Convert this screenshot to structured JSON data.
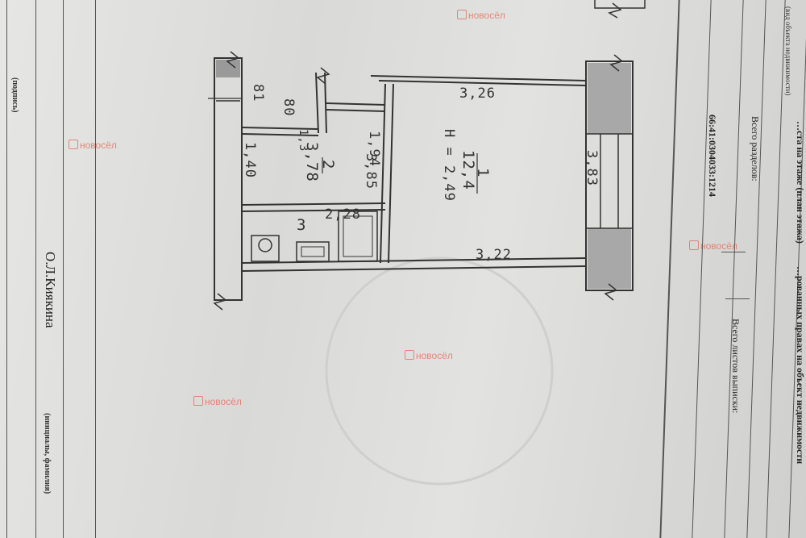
{
  "document": {
    "cadastral_number": "66:41:0304033:1214",
    "total_sections_label": "Всего разделов:",
    "total_sheets_label": "Всего листов выписки:",
    "header_title": "…рованных правах на объект недвижимости",
    "floor_plan_title": "…ста на этаже (план этажа)",
    "object_caption": "(вид объекта недвижимости)",
    "signer_name": "О.Л.Киякина",
    "signature_caption": "(инициалы, фамилия)",
    "left_caption": "(подпись)"
  },
  "watermark": "новосёл",
  "plan": {
    "marks": {
      "m81": "81",
      "m80": "80",
      "m13": "1,3"
    },
    "rooms": [
      {
        "number": "1",
        "area": "12,4",
        "height": "Н = 2,49"
      },
      {
        "number": "2",
        "area": "3,78"
      },
      {
        "number": "3"
      }
    ],
    "dimensions": {
      "top": "3,26",
      "bottom": "3,22",
      "right": "3,83",
      "middle": "3,85",
      "hall": "1,94",
      "hall_width": "2,28",
      "hall_left": "1,40"
    }
  }
}
